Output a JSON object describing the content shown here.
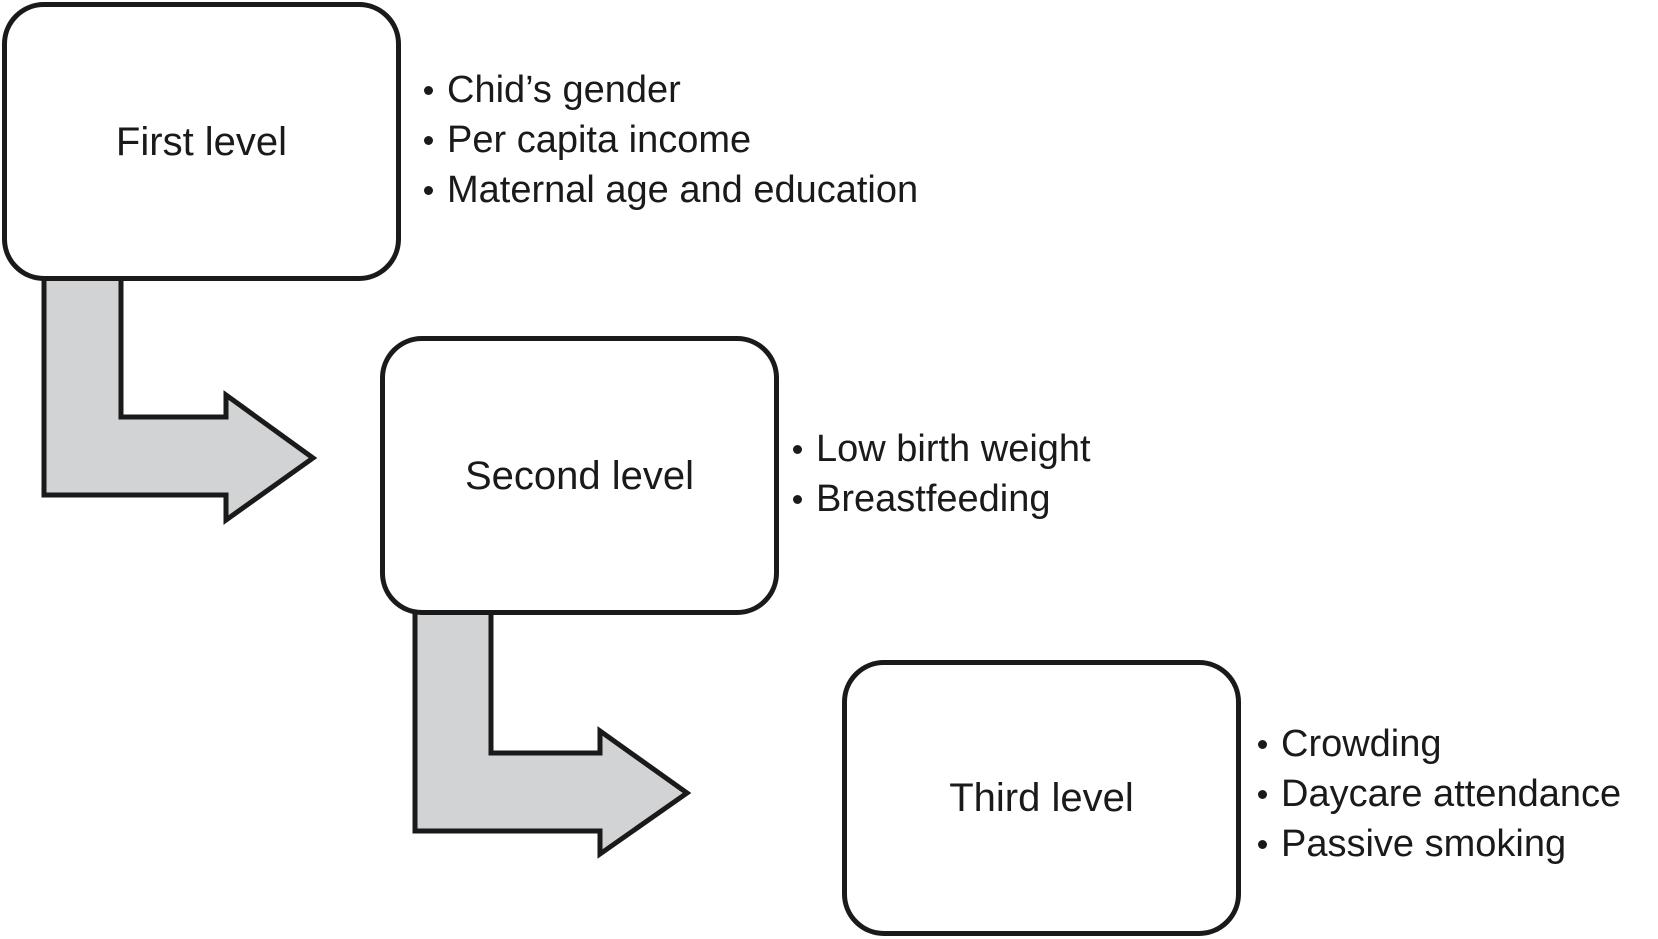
{
  "levels": [
    {
      "label": "First level",
      "factors": [
        "Chid’s gender",
        "Per capita income",
        "Maternal age and education"
      ]
    },
    {
      "label": "Second level",
      "factors": [
        "Low birth weight",
        "Breastfeeding"
      ]
    },
    {
      "label": "Third level",
      "factors": [
        "Crowding",
        "Daycare attendance",
        "Passive smoking"
      ]
    }
  ],
  "colors": {
    "stroke": "#1a1a1a",
    "arrow_fill": "#d1d3d4",
    "box_fill": "#ffffff"
  }
}
